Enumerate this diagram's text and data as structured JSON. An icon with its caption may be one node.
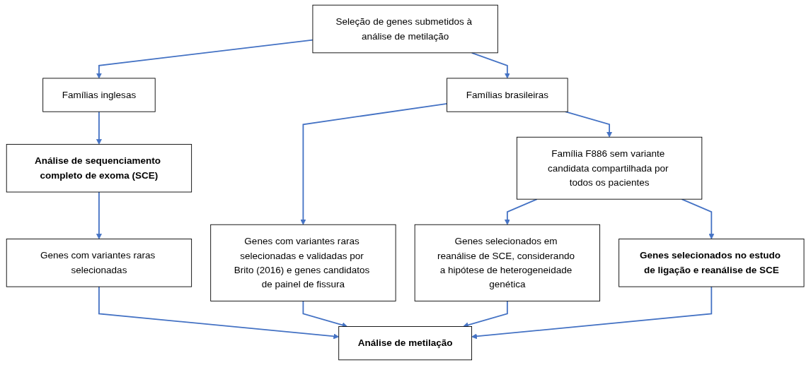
{
  "diagram": {
    "nodes": [
      {
        "text": [
          "Seleção de genes submetidos à análise de metilação"
        ]
      },
      {
        "text": [
          "Famílias inglesas"
        ]
      },
      {
        "text": [
          "Famílias brasileiras"
        ]
      },
      {
        "text": [
          "Análise de sequenciamento completo de exoma (SCE)"
        ]
      },
      {
        "text": [
          "Genes com variantes raras selecionadas e validadas por Brito (2016) e genes candidatos de painel de fissura"
        ]
      },
      {
        "text": [
          "Família F886 sem variante candidata compartilhada por todos os pacientes"
        ]
      },
      {
        "text": [
          "Genes com variantes raras selecionadas"
        ]
      },
      {
        "text": [
          "Genes selecionados em reanálise de SCE, considerando a hipótese de heterogeneidade genética"
        ]
      },
      {
        "text": [
          "Genes selecionados no estudo de ligação e reanálise de SCE"
        ]
      },
      {
        "text": [
          "Análise de metilação"
        ]
      }
    ],
    "edges": [
      {
        "from": 0,
        "to": 1,
        "arrow": "to"
      },
      {
        "from": 0,
        "to": 2,
        "arrow": "to"
      },
      {
        "from": 1,
        "to": 3,
        "arrow": "to"
      },
      {
        "from": 2,
        "to": 4,
        "arrow": "to"
      },
      {
        "from": 2,
        "to": 5,
        "arrow": "to"
      },
      {
        "from": 3,
        "to": 6,
        "arrow": "to"
      },
      {
        "from": 5,
        "to": 7,
        "arrow": "to"
      },
      {
        "from": 5,
        "to": 8,
        "arrow": "to"
      },
      {
        "from": 6,
        "to": 9,
        "arrow": "to"
      },
      {
        "from": 4,
        "to": 9,
        "arrow": "to"
      },
      {
        "from": 7,
        "to": 9,
        "arrow": "to"
      },
      {
        "from": 8,
        "to": 9,
        "arrow": "to"
      }
    ]
  }
}
